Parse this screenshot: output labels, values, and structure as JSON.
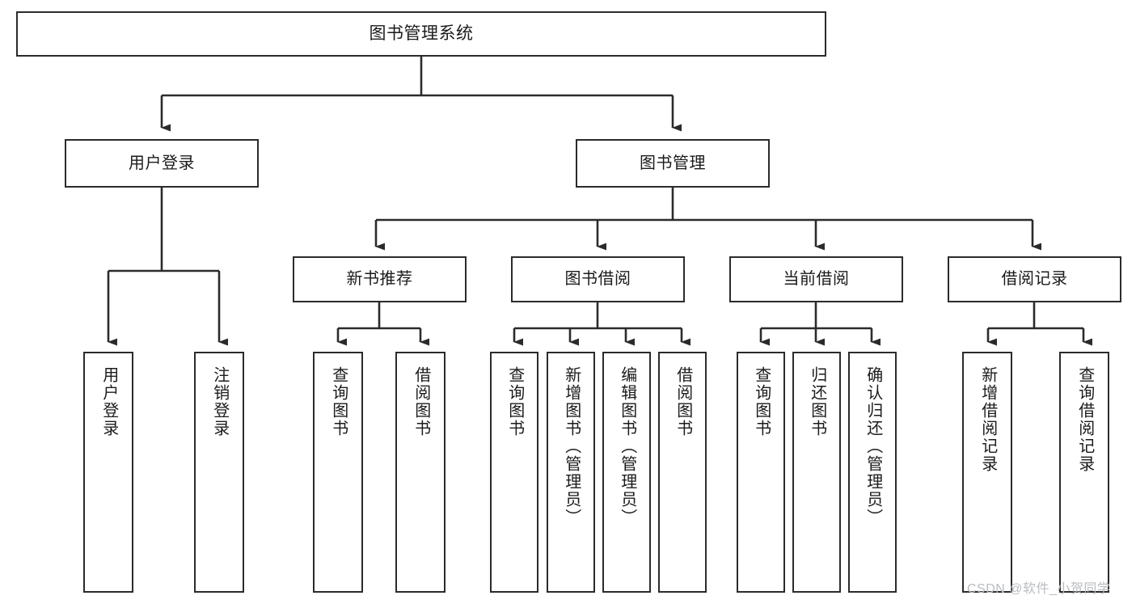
{
  "diagram": {
    "type": "tree",
    "title": "图书管理系统",
    "root": {
      "label": "图书管理系统"
    },
    "level2": [
      {
        "label": "用户登录"
      },
      {
        "label": "图书管理"
      }
    ],
    "level3": [
      {
        "label": "新书推荐"
      },
      {
        "label": "图书借阅"
      },
      {
        "label": "当前借阅"
      },
      {
        "label": "借阅记录"
      }
    ],
    "leaves": {
      "user_login": [
        {
          "label": "用户登录"
        },
        {
          "label": "注销登录"
        }
      ],
      "new_book": [
        {
          "label": "查询图书"
        },
        {
          "label": "借阅图书"
        }
      ],
      "book_borrow": [
        {
          "label": "查询图书"
        },
        {
          "label": "新增图书（管理员）"
        },
        {
          "label": "编辑图书（管理员）"
        },
        {
          "label": "借阅图书"
        }
      ],
      "current_borrow": [
        {
          "label": "查询图书"
        },
        {
          "label": "归还图书"
        },
        {
          "label": "确认归还（管理员）"
        }
      ],
      "borrow_record": [
        {
          "label": "新增借阅记录"
        },
        {
          "label": "查询借阅记录"
        }
      ]
    }
  },
  "watermark": {
    "text": "CSDN @软件_小贺同学"
  },
  "colors": {
    "stroke": "#2b2b2b",
    "background": "#ffffff",
    "text": "#1b1b1b",
    "watermark": "#b9bcc0"
  }
}
